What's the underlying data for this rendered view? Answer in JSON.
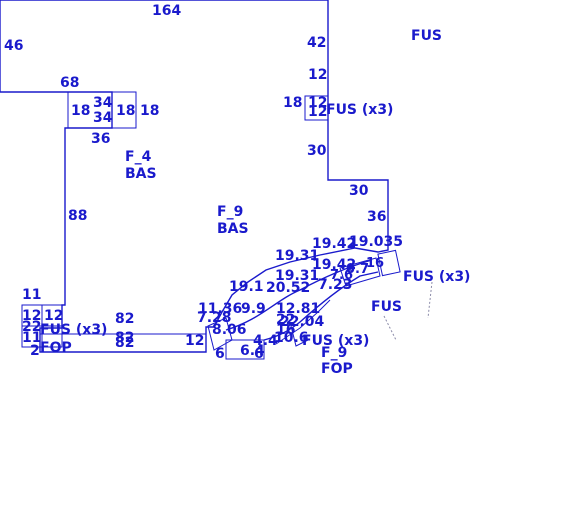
{
  "colors": {
    "ink": "#1a1acc",
    "guide": "#8a8aa8",
    "background": "#ffffff"
  },
  "sections": {
    "fus_top": "FUS",
    "fus_x3_upper": "FUS (x3)",
    "f4": "F_4",
    "f4_bas": "BAS",
    "f9": "F_9",
    "f9_bas": "BAS",
    "fus_x3_right": "FUS (x3)",
    "fus_right": "FUS",
    "fus_x3_left": "FUS (x3)",
    "fop_left": "FOP",
    "fus_x3_lower": "FUS (x3)",
    "f9_lower": "F_9",
    "fop_lower": "FOP"
  },
  "dims": {
    "top": "164",
    "left": "46",
    "right_upper": "42",
    "d68": "68",
    "d12a": "12",
    "d18a": "18",
    "d34a": "34",
    "d34b": "34",
    "d18b": "18",
    "d18c": "18",
    "d18d": "18",
    "d12b": "12",
    "d12c": "12",
    "d36a": "36",
    "d30a": "30",
    "d30b": "30",
    "d88": "88",
    "d36b": "36",
    "d19_31a": "19.31",
    "d19_42a": "19.42",
    "d19_035": "19.035",
    "d19_31b": "19.31",
    "d19_42b": "19.42",
    "d19_1": "19.1",
    "d20_52": "20.52",
    "d7_23": "7.23",
    "d7_6": "7.6",
    "d0_7": "0.7",
    "d16": "16",
    "d11": "11",
    "d12d": "12",
    "d12e": "12",
    "d22": "22",
    "d11b": "11",
    "d2": "2",
    "d82a": "82",
    "d82b": "82",
    "d82c": "82",
    "d12f": "12",
    "d11_36": "11.36",
    "d9_9": "9.9",
    "d7_28": "7.28",
    "d8_06": "8.06",
    "d12_81": "12.81",
    "d22b": "22",
    "d22_04": "22.04",
    "d16b": "16",
    "d4_4": "4.4",
    "d10_6": "10.6",
    "d6": "6",
    "d6_4": "6.4",
    "d6b": "6"
  }
}
